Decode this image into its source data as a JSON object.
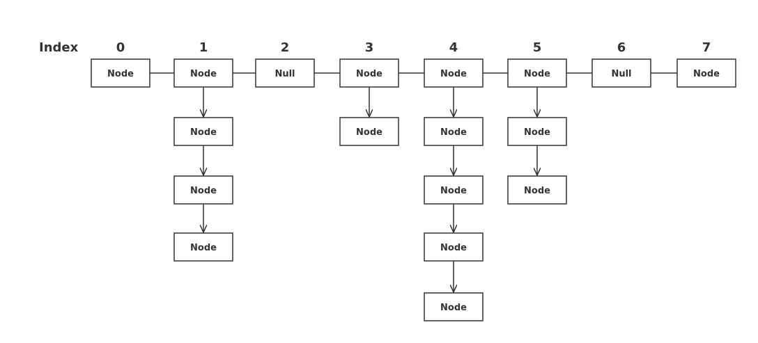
{
  "index_label": "Index",
  "columns": [
    {
      "index": "0",
      "label": "Node",
      "chain": []
    },
    {
      "index": "1",
      "label": "Node",
      "chain": [
        "Node",
        "Node",
        "Node"
      ]
    },
    {
      "index": "2",
      "label": "Null",
      "chain": []
    },
    {
      "index": "3",
      "label": "Node",
      "chain": [
        "Node"
      ]
    },
    {
      "index": "4",
      "label": "Node",
      "chain": [
        "Node",
        "Node",
        "Node",
        "Node"
      ]
    },
    {
      "index": "5",
      "label": "Node",
      "chain": [
        "Node",
        "Node"
      ]
    },
    {
      "index": "6",
      "label": "Null",
      "chain": []
    },
    {
      "index": "7",
      "label": "Node",
      "chain": []
    }
  ]
}
